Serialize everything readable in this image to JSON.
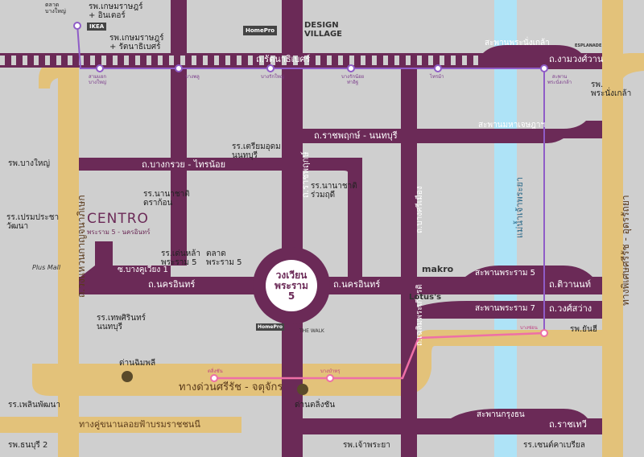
{
  "map": {
    "center_circle": {
      "line1": "วงเวียน",
      "line2": "พระราม",
      "line3": "5"
    },
    "roads": {
      "rattanathibet": "ถ.รัตนาธิเบศร์",
      "ngamwongwan": "ถ.งามวงศ์วาน",
      "ratchaphruek_nonthaburi": "ถ.ราชพฤกษ์ - นนทบุรี",
      "bangkruai_sainoi": "ถ.บางกรวย - ไทรน้อย",
      "nakhon_in_west": "ถ.นครอินทร์",
      "nakhon_in_east": "ถ.นครอินทร์",
      "ratchaphruek": "ถ.ราชพฤกษ์",
      "bangsrimuang": "ถ.บางศรีเมือง",
      "chaloem_phrakiat": "ถ.เฉลิมพระเกียรติ",
      "tiwanon": "ถ.ติวานนท์",
      "wongsawang": "ถ.วงศ์สว่าง",
      "ratchawithi": "ถ.ราชเทวี",
      "kanchanaphisek": "ถ.วงแหวนกาญจนาภิเษก",
      "phiboonsongkram_udornratya": "ทางพิเศษศรีรัช - อุดรรัถยา",
      "sirat_chatuchak": "ทางด่วนศรีรัช - จตุจักร",
      "ratchaphruek_parallel": "ทางคู่ขนานลอยฟ้าบรมราชชนนี",
      "soi_bang_khu_wiang": "ซ.บางคูเวียง 1"
    },
    "bridges": {
      "phra_nangklao": "สะพานพระนั่งเกล้า",
      "maha_chesadabodin": "สะพานมหาเจษฎาฯ",
      "rama5": "สะพานพระราม 5",
      "rama7": "สะพานพระราม 7",
      "krung_thon": "สะพานกรุงธน"
    },
    "river": "แม่น้ำเจ้าพระยา",
    "project": {
      "name": "CENTRO",
      "subtitle": "พระราม 5 - นครอินทร์"
    },
    "places": {
      "kasemrad_international": [
        "รพ.เกษมราษฎร์",
        "อินเตอร์"
      ],
      "kasemrad_rattanathibet": [
        "รพ.เกษมราษฎร์",
        "รัตนาธิเบศร์"
      ],
      "market_bangyai": [
        "ตลาด",
        "บางใหญ่"
      ],
      "bangyai_hosp": "รพ.บางใหญ่",
      "preamprachawatana": [
        "รร.เปรมประชา",
        "วัฒนา"
      ],
      "triam_nonthaburi": [
        "รร.เตรียมอุดม",
        "นนทบุรี"
      ],
      "nanachat_dara": [
        "รร.นานาชาติ",
        "ดราก้อน"
      ],
      "nanachat_ruamrudee": [
        "รร.นานาชาติ",
        "ร่วมฤดี"
      ],
      "denla_rama5": [
        "รร.เด่นหล้า",
        "พระราม 5"
      ],
      "market_rama5": [
        "ตลาด",
        "พระราม 5"
      ],
      "thepsirin_nonthaburi": [
        "รร.เทพศิรินทร์",
        "นนทบุรี"
      ],
      "dan_nimpli": "ด่านฉิมพลี",
      "dan_talingchan": "ด่านตลิ่งชัน",
      "phloenphatthana": "รร.เพลินพัฒนา",
      "thonburi2": "รพ.ธนบุรี 2",
      "chaophraya_hosp": "รพ.เจ้าพระยา",
      "saint_gabriel": "รร.เซนต์คาเบรียล",
      "phranangklao_hosp": [
        "รพ.",
        "พระนั่งเกล้า"
      ],
      "yanhee": "รพ.ยันฮี",
      "makro": "makro",
      "lotus": "Lotus's",
      "design_village": [
        "DESIGN",
        "VILLAGE"
      ],
      "homepro": "HomePro",
      "ikea": "IKEA",
      "the_walk": "THE WALK",
      "esplanade": "ESPLANADE",
      "plus_mall": "Plus Mall"
    },
    "stations": {
      "tao_poon_line": [
        "สามแยก",
        "บางใหญ่"
      ],
      "bang_phlu": "บางพลู",
      "bang_rak_yai": [
        "บางรักใหญ่"
      ],
      "bang_rak_noi": [
        "บางรักน้อย",
        "ท่าอิฐ"
      ],
      "sai_ma": "ไทรม้า",
      "phra_nangklao_stn": [
        "สะพาน",
        "พระนั่งเกล้า"
      ],
      "talingchan": "ตลิ่งชัน",
      "bang_bamru": "บางบำหรุ",
      "bang_son": "บางซ่อน"
    },
    "colors": {
      "road": "#6b2a57",
      "expressway": "#e3c27a",
      "river": "#aee3f7",
      "purple_line": "#8f5cc7",
      "pink_line": "#ee6fa6",
      "background": "#cfcfcf"
    }
  }
}
